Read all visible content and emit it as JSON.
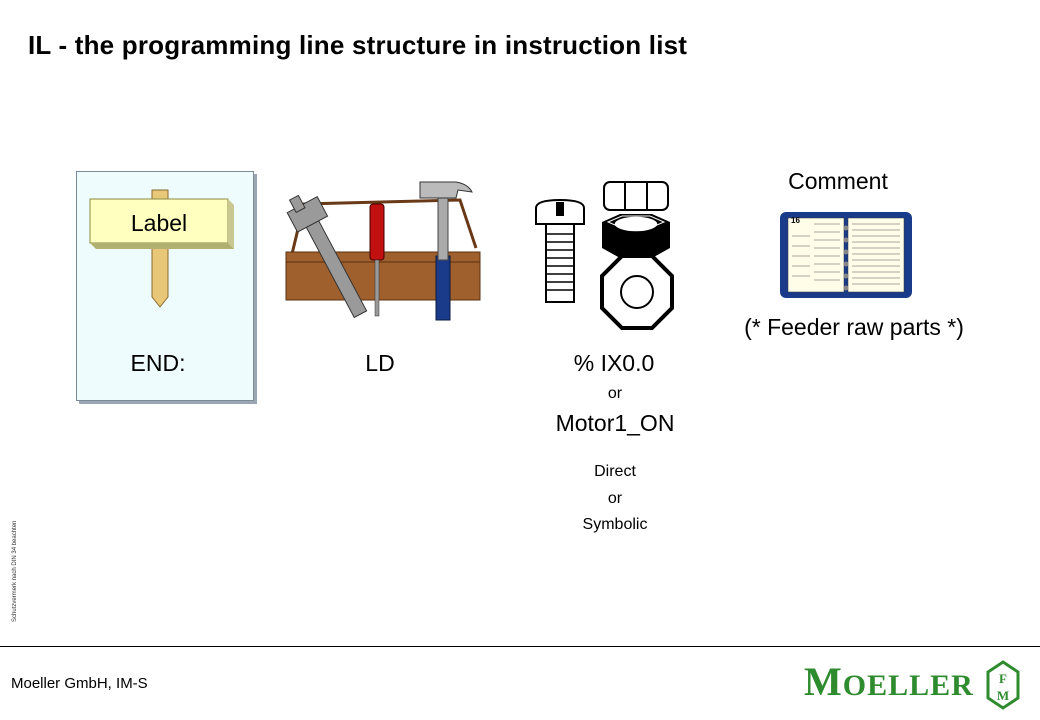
{
  "slide": {
    "title": "IL - the programming line structure in instruction list",
    "label_sign": "Label",
    "label_value": "END:",
    "operator_value": "LD",
    "operand_direct": "% IX0.0",
    "operand_or": "or",
    "operand_symbolic": "Motor1_ON",
    "operand_note_line1": "Direct",
    "operand_note_line2": "or",
    "operand_note_line3": "Symbolic",
    "comment_heading": "Comment",
    "comment_value": "(* Feeder raw parts *)",
    "book_page": "16"
  },
  "footer": {
    "company": "Moeller GmbH, IM-S",
    "logo_text": "MOELLER",
    "side_note": "Schutzvermerk nach DIN 34 beachten"
  },
  "colors": {
    "panel": "#eefcfd",
    "sign": "#ffffc0",
    "post": "#e8c878",
    "toolbox": "#a0602d",
    "screwdriver": "#c01010",
    "hammer_handle": "#1a3a8a",
    "book": "#1a3a8a",
    "logo": "#2e8b2e"
  }
}
